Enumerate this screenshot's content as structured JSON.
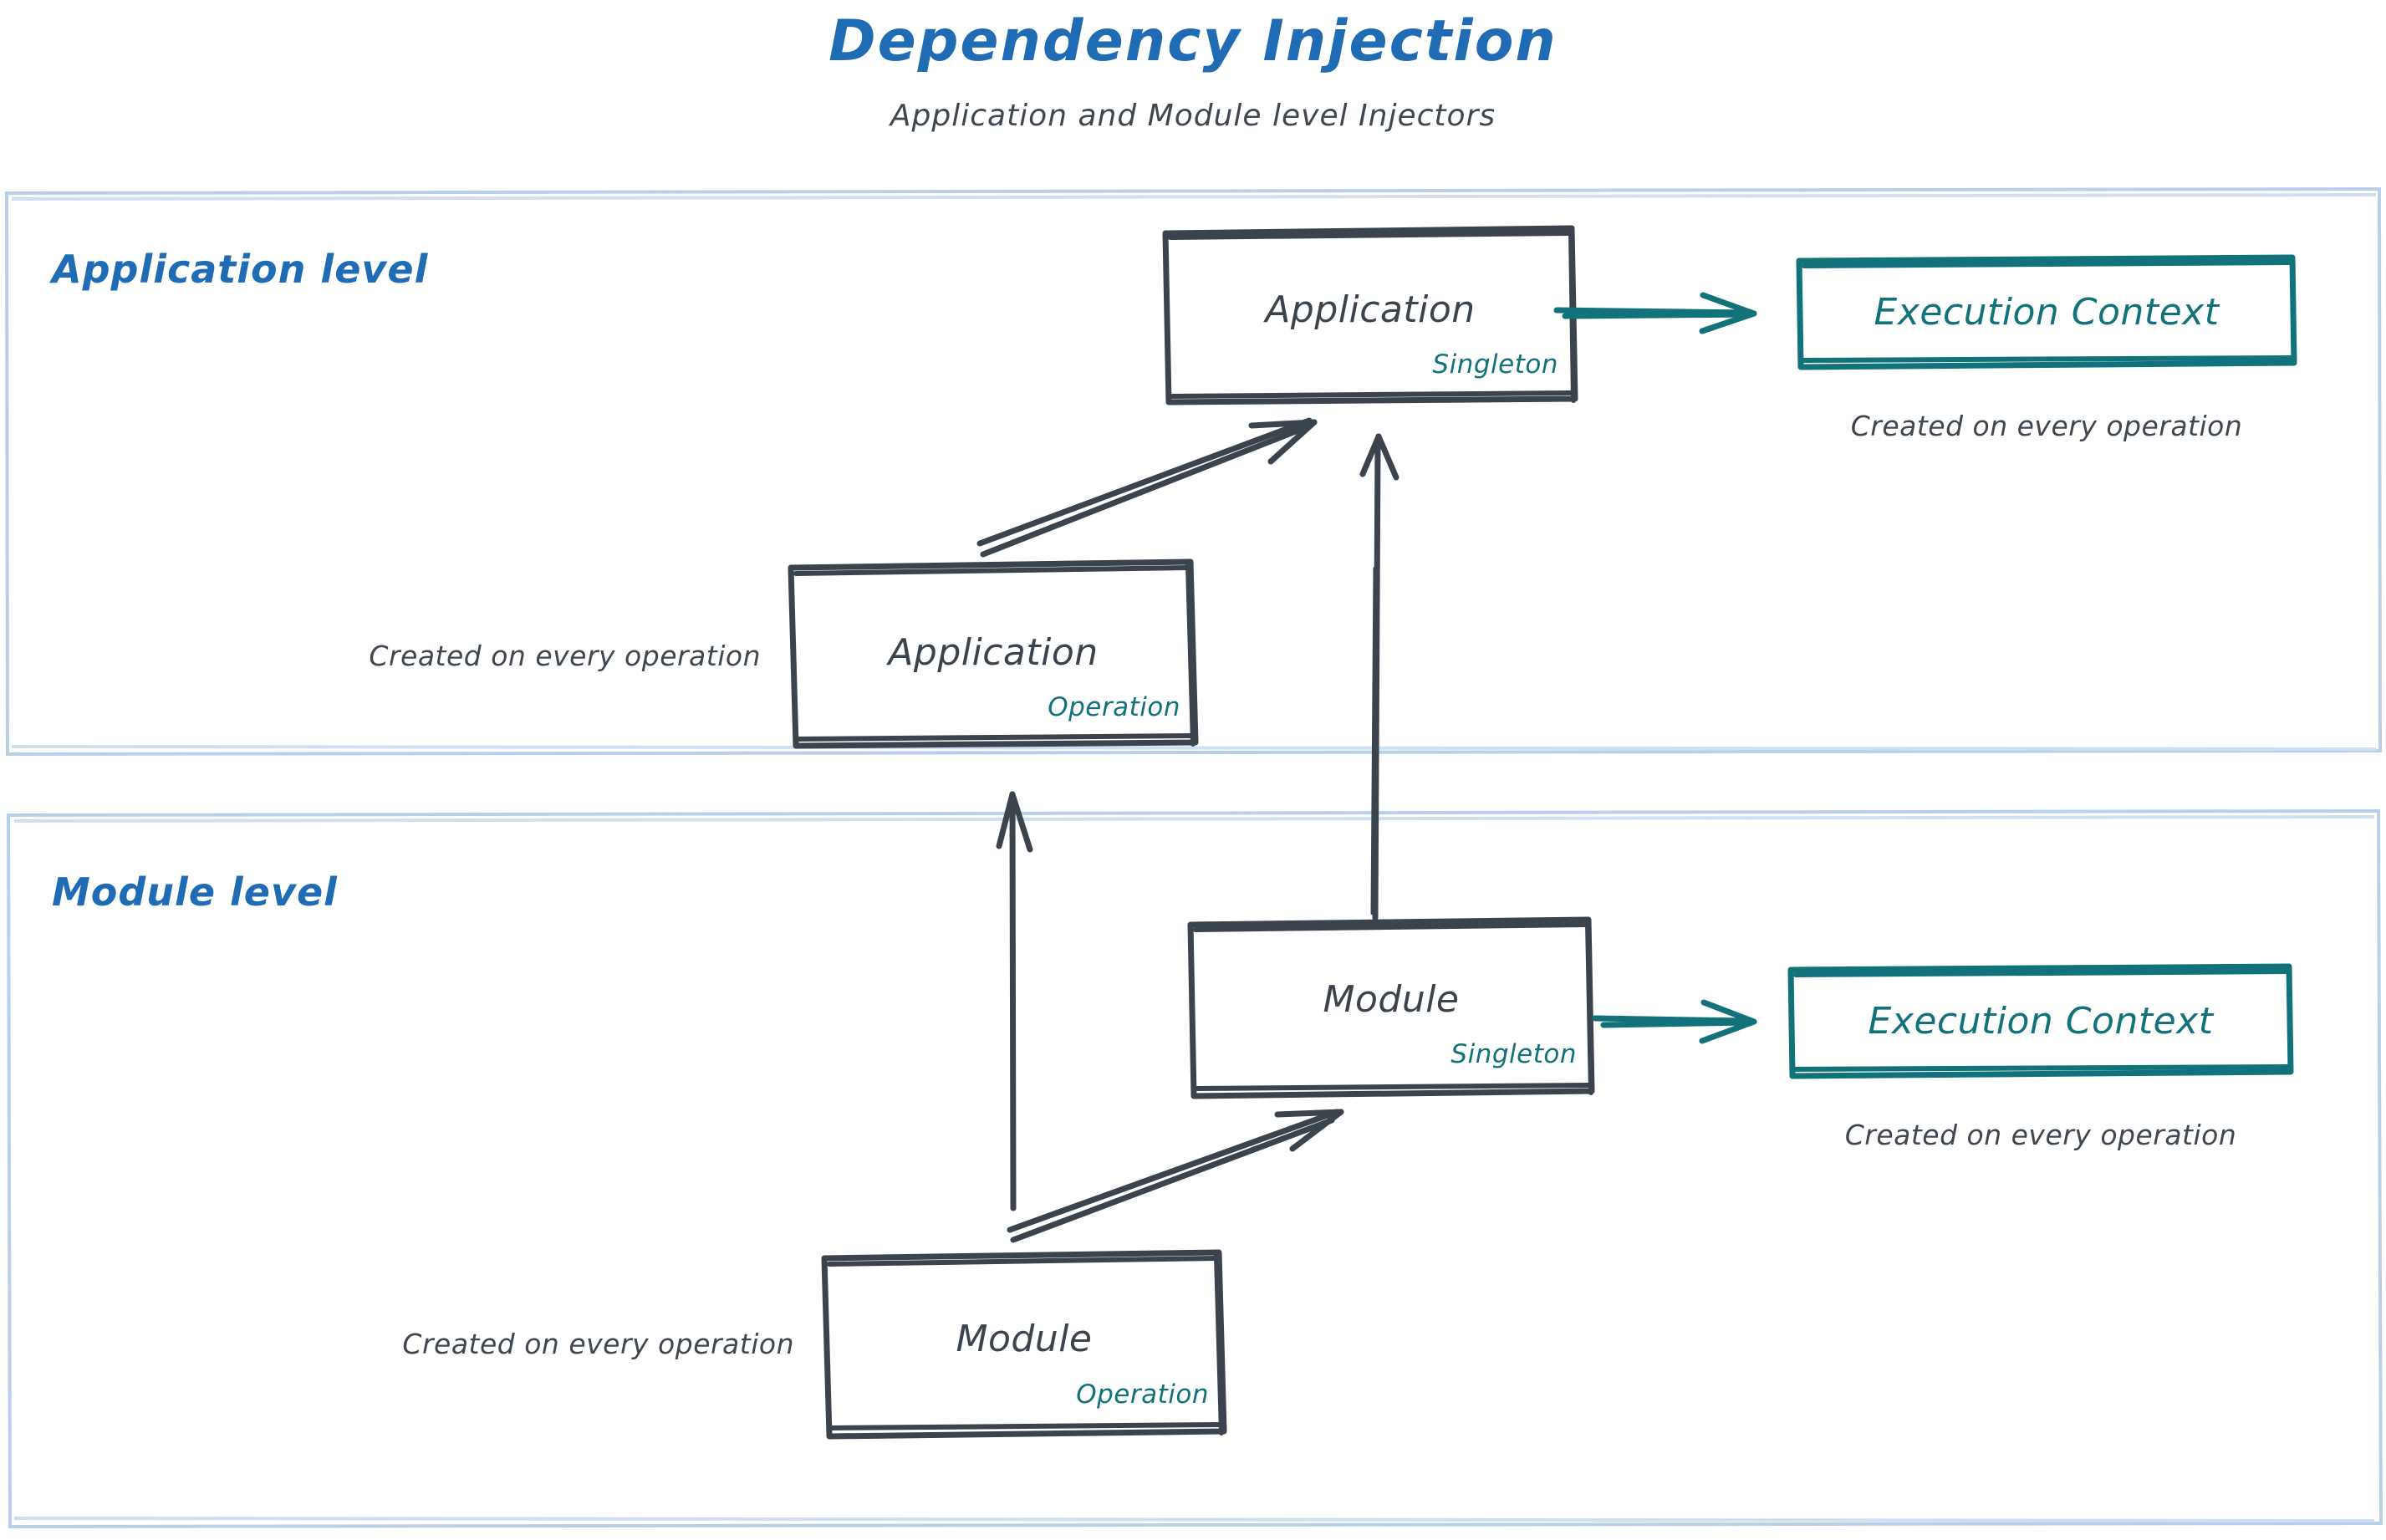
{
  "header": {
    "title": "Dependency Injection",
    "subtitle": "Application and Module level Injectors"
  },
  "colors": {
    "title_blue": "#1f6cb5",
    "container_border": "#b9cfe7",
    "node_stroke": "#3b444d",
    "accent_teal": "#12727a",
    "text_gray": "#3f4750",
    "background": "#ffffff"
  },
  "sections": [
    {
      "id": "application-level",
      "label": "Application level",
      "nodes": [
        {
          "id": "application-singleton",
          "title": "Application",
          "scope": "Singleton",
          "scope_color": "#12727a",
          "style": "sketch-box"
        },
        {
          "id": "application-execution-context",
          "title": "Execution Context",
          "style": "teal-box",
          "caption": "Created on every operation"
        },
        {
          "id": "application-operation",
          "title": "Application",
          "scope": "Operation",
          "scope_color": "#12727a",
          "style": "sketch-box",
          "caption": "Created on every operation"
        }
      ]
    },
    {
      "id": "module-level",
      "label": "Module level",
      "nodes": [
        {
          "id": "module-singleton",
          "title": "Module",
          "scope": "Singleton",
          "scope_color": "#12727a",
          "style": "sketch-box"
        },
        {
          "id": "module-execution-context",
          "title": "Execution Context",
          "style": "teal-box",
          "caption": "Created on every operation"
        },
        {
          "id": "module-operation",
          "title": "Module",
          "scope": "Operation",
          "scope_color": "#12727a",
          "style": "sketch-box",
          "caption": "Created on every operation"
        }
      ]
    }
  ],
  "edges": [
    {
      "id": "app-operation-to-app-singleton",
      "from": "application-operation",
      "to": "application-singleton",
      "kind": "double-line-arrow",
      "color": "#3b444d"
    },
    {
      "id": "app-singleton-to-app-execution-context",
      "from": "application-singleton",
      "to": "application-execution-context",
      "kind": "double-line-arrow",
      "color": "#12727a"
    },
    {
      "id": "module-singleton-to-app-singleton",
      "from": "module-singleton",
      "to": "application-singleton",
      "kind": "single-line-arrow",
      "color": "#3b444d"
    },
    {
      "id": "module-operation-to-app-operation",
      "from": "module-operation",
      "to": "application-operation",
      "kind": "single-line-arrow",
      "color": "#3b444d"
    },
    {
      "id": "module-operation-to-module-singleton",
      "from": "module-operation",
      "to": "module-singleton",
      "kind": "double-line-arrow",
      "color": "#3b444d"
    },
    {
      "id": "module-singleton-to-module-execution-context",
      "from": "module-singleton",
      "to": "module-execution-context",
      "kind": "double-line-arrow",
      "color": "#12727a"
    }
  ]
}
